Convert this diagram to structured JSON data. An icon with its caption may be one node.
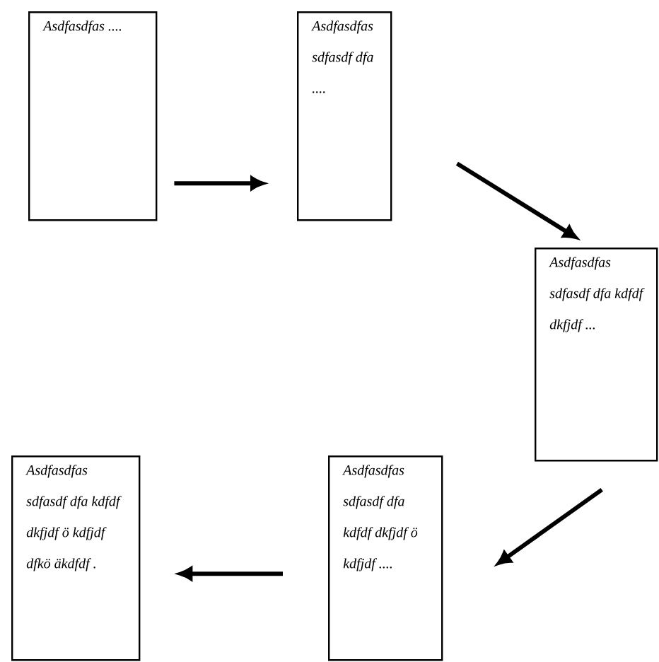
{
  "diagram": {
    "nodes": [
      {
        "text": [
          "Asdfasdfas ...."
        ]
      },
      {
        "text": [
          "Asdfasdfas sdfasdf dfa ...."
        ]
      },
      {
        "text": [
          "Asdfasdfas sdfasdf dfa kdfdf dkfjdf ..."
        ]
      },
      {
        "text": [
          "Asdfasdfas sdfasdf dfa kdfdf dkfjdf ö kdfjdf dfkö äkdfdf ."
        ]
      },
      {
        "text": [
          "Asdfasdfas sdfasdf dfa kdfdf dkfjdf ö kdfjdf ...."
        ]
      }
    ],
    "edges": [
      {
        "from": 0,
        "to": 1,
        "arrow": "to"
      },
      {
        "from": 1,
        "to": 2,
        "arrow": "to"
      },
      {
        "from": 2,
        "to": 4,
        "arrow": "to"
      },
      {
        "from": 4,
        "to": 3,
        "arrow": "to"
      }
    ]
  }
}
